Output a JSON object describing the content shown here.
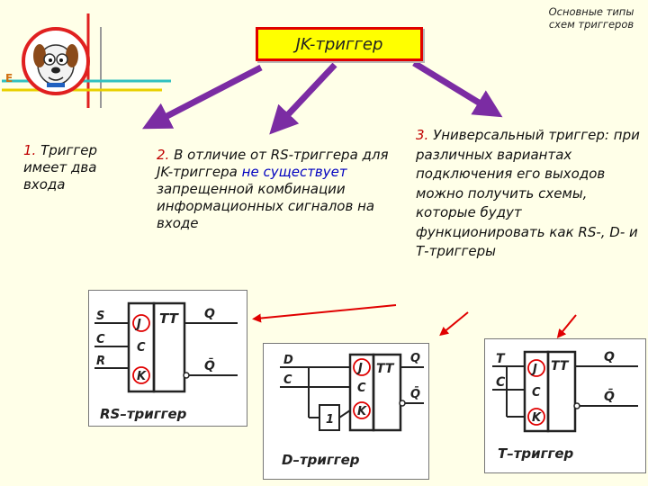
{
  "header": {
    "title": "JK-триггер",
    "corner_note": "Основные типы схем триггеров",
    "logo_letter": "E"
  },
  "blocks": [
    {
      "number": "1.",
      "text": "Триггер имеет два входа"
    },
    {
      "number": "2.",
      "text_before": "В отличие от RS-триггера для JK-триггера ",
      "highlight": "не существует",
      "text_after": " запрещенной комбинации информационных сигналов на входе"
    },
    {
      "number": "3.",
      "text": "Универсальный триггер: при различных вариантах подключения его выходов можно получить схемы, которые будут функционировать как RS-, D- и Т-триггеры"
    }
  ],
  "circuits": {
    "rs": {
      "caption": "RS–триггер",
      "block_label": "TT",
      "inputs": [
        "S",
        "C",
        "R"
      ],
      "jk_inputs": [
        "J",
        "C",
        "K"
      ],
      "outputs": [
        "Q",
        "Q̄"
      ]
    },
    "d": {
      "caption": "D–триггер",
      "block_label": "TT",
      "inputs": [
        "D",
        "C"
      ],
      "jk_inputs": [
        "J",
        "C",
        "K"
      ],
      "extra": "1",
      "outputs": [
        "Q",
        "Q̄"
      ]
    },
    "t": {
      "caption": "T–триггер",
      "block_label": "TT",
      "inputs": [
        "T",
        "C"
      ],
      "jk_inputs": [
        "J",
        "C",
        "K"
      ],
      "outputs": [
        "Q",
        "Q̄"
      ]
    }
  },
  "colors": {
    "arrow": "#7b2ca3",
    "title_fill": "#ffff00",
    "title_border": "#e00000",
    "number": "#c00000",
    "highlight": "#0000c0",
    "pin_circle": "#e00000",
    "accent_red_arrow": "#e00000"
  },
  "icons": {
    "logo": "cartoon-dog-mascot-icon"
  }
}
